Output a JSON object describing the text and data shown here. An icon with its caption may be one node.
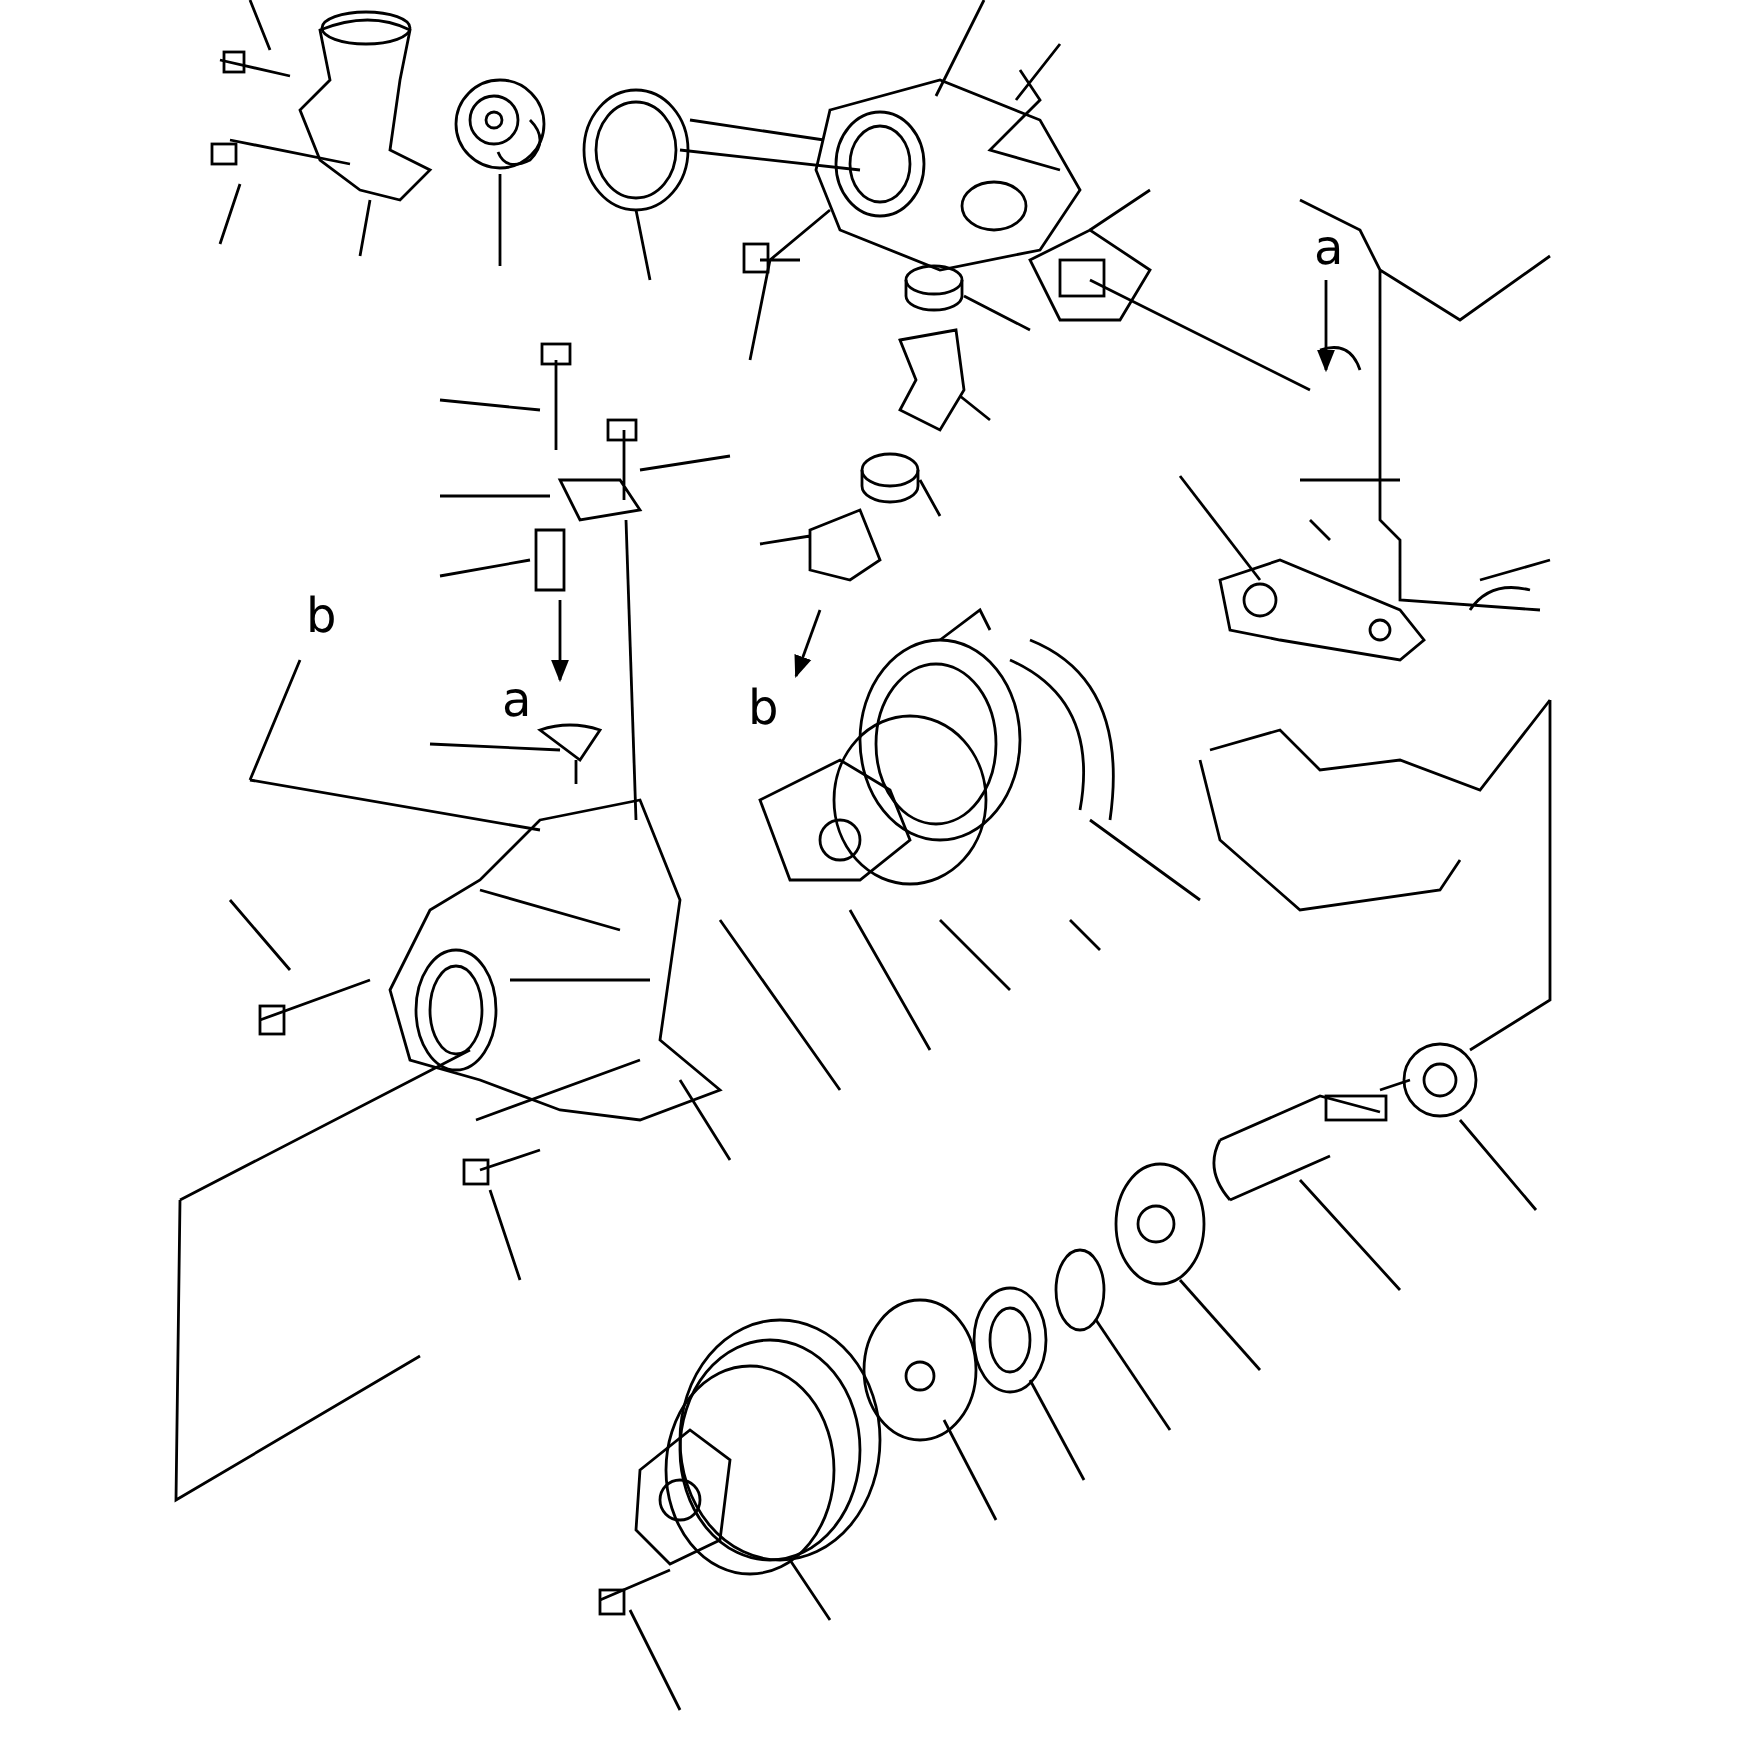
{
  "diagram": {
    "labels": [
      "a",
      "b",
      "a",
      "b"
    ]
  }
}
